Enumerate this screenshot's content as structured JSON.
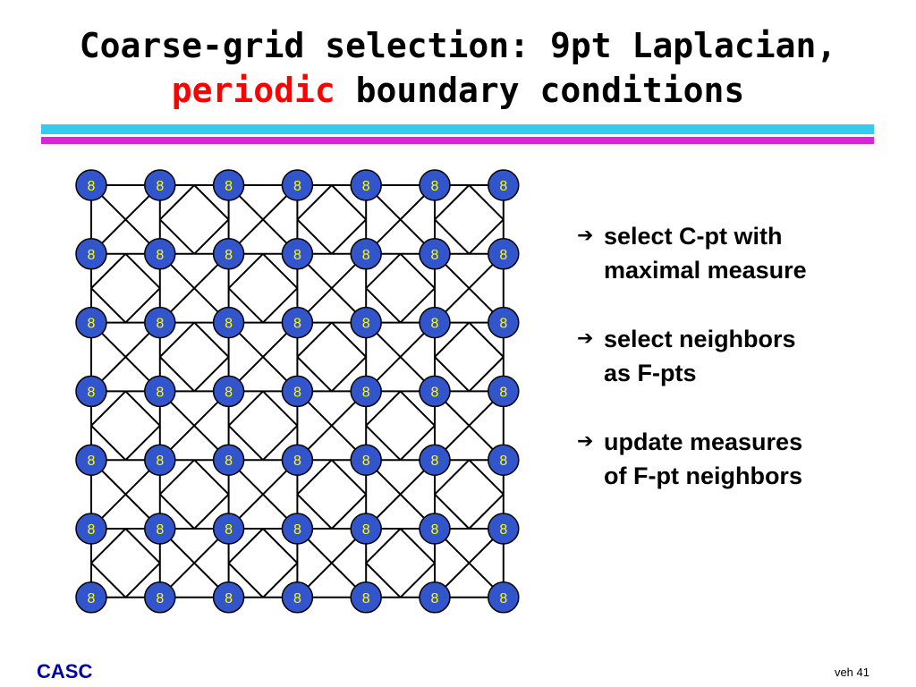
{
  "slide": {
    "title_line1": "Coarse-grid selection: 9pt Laplacian,",
    "title_accent": "periodic",
    "title_line2_rest": " boundary conditions",
    "accent_color": "#ff0000",
    "rule_colors": [
      "#33ccee",
      "#dd22dd"
    ]
  },
  "grid": {
    "rows": 7,
    "cols": 7,
    "node_label": "8",
    "node_fill": "#3355cc",
    "node_text_color": "#ffff00",
    "edge_color": "#000000",
    "diagonal_pattern": "alternating X crosses, periodic"
  },
  "bullets": [
    {
      "icon": "arrow-right-icon",
      "line1": "select C-pt with",
      "line2": "maximal measure"
    },
    {
      "icon": "arrow-right-icon",
      "line1": "select neighbors",
      "line2": "as F-pts"
    },
    {
      "icon": "arrow-right-icon",
      "line1": "update measures",
      "line2": "of F-pt neighbors"
    }
  ],
  "footer": {
    "left": "CASC",
    "right": "veh 41",
    "left_color": "#0000aa"
  }
}
